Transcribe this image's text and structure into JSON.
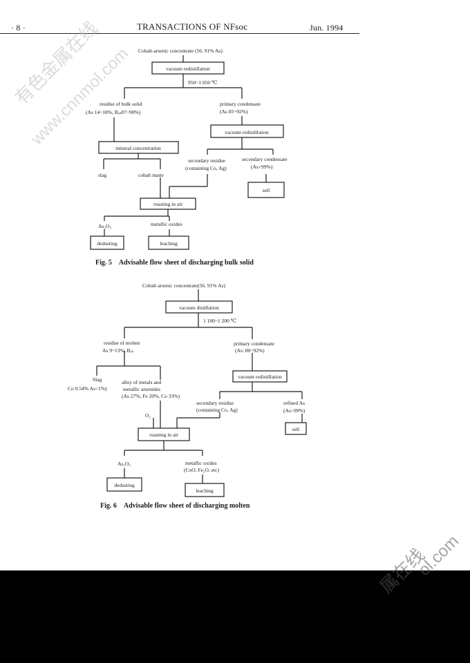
{
  "header": {
    "page_number": "· 8 ·",
    "journal": "TRANSACTIONS OF NFsoc",
    "date": "Jun.  1994"
  },
  "fig5": {
    "top": "Cobalt-arsenic concentrate  (56. 91% As)",
    "box_vac1": "vacuum redistillation",
    "temp": "950~1 050 ℃",
    "residue_1": "residue of bulk solid",
    "residue_2": "(As 14~18%, Bₐₛ87~90%)",
    "primary_1": "primary condensate",
    "primary_2": "(As 85~92%)",
    "box_vac2": "vacuum redistillation",
    "box_mineral": "mineral concentration",
    "sec_res_1": "secondary residue",
    "sec_res_2": "(containing Co, Ag)",
    "sec_cond_1": "secondary condensate",
    "sec_cond_2": "(As>99%)",
    "slag": "slag",
    "cobalt_matte": "cobalt   matte",
    "box_sell": "sell",
    "box_roasting": "roasting in air",
    "as2o3": "As₂O₃",
    "metallic_oxides": "metallic oxides",
    "box_dedusting": "dedusting",
    "box_leaching": "leaching",
    "caption_num": "Fig. 5",
    "caption_text": "Advisable flow sheet of discharging bulk solid"
  },
  "fig6": {
    "top": "Cobalt-arsenic  concentrate(56. 91% As)",
    "box_vac": "vacuum distillation",
    "temp": "1 100~1 200 ℃",
    "residue_1": "residue of molten",
    "residue_2": "As 9~13%, Bₐₛ",
    "primary_1": "primary condensate",
    "primary_2": "(As: 80~92%)",
    "box_vac2": "vacuum redistillation",
    "slag": "Slag",
    "slag_detail": "Co 0.54% As<1%)",
    "alloy_1": "alloy of metals and",
    "alloy_2": "metallic arsenides",
    "alloy_3": "(As 27%, Fe 20%, Co 33%)",
    "sec_res_1": "secondary residue",
    "sec_res_2": "(containing Co, Ag)",
    "refined_1": "refined As",
    "refined_2": "(As>99%)",
    "o2": "O₂",
    "box_sell": "sell",
    "box_roasting": "roasting in air",
    "as2o3": "As₂O₃",
    "metallic_oxides_1": "metallic oxides",
    "metallic_oxides_2": "(CoO, Fe₂O, etc)",
    "box_dedusting": "dedusting",
    "box_leaching": "leaching",
    "caption_num": "Fig. 6",
    "caption_text": "Advisable flow sheet of discharging molten"
  },
  "watermarks": {
    "top_left_cn": "有色金属在线",
    "top_left_url": "www.cnnmol.com",
    "bottom_right_cn": "属在线",
    "bottom_right_url": "ol.com"
  }
}
